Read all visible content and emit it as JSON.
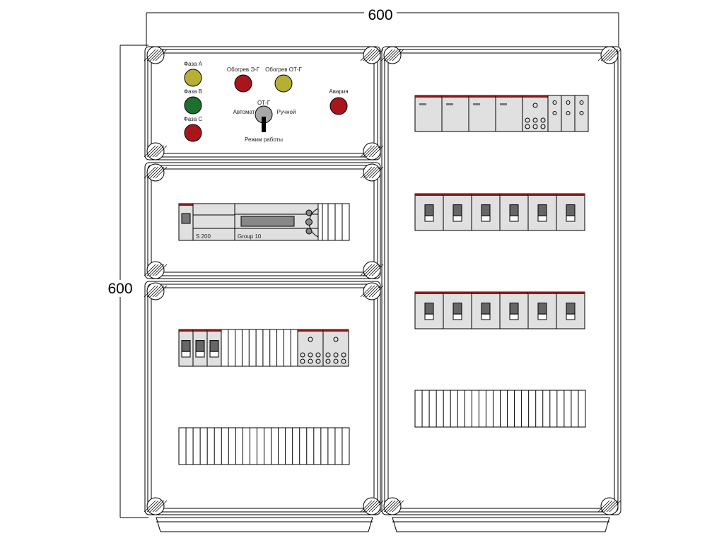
{
  "dimensions": {
    "width_label": "600",
    "height_label": "600"
  },
  "control_panel": {
    "phase_a": "Фаза A",
    "phase_b": "Фаза B",
    "phase_c": "Фаза C",
    "heat_eg": "Обогрев Э-Г",
    "heat_otg": "Обогрев ОТ-Г",
    "alarm": "Авария",
    "switch_top": "ОТ-Г",
    "switch_left": "Автомат",
    "switch_right": "Ручной",
    "switch_caption": "Режим работы"
  },
  "controller": {
    "label_left": "S 200",
    "label_right": "Group 10"
  },
  "colors": {
    "olive": "#b5b034",
    "green": "#1e6e2e",
    "red": "#a8161c",
    "module": "#e0e0e0",
    "stripe": "#8b1a1a"
  }
}
